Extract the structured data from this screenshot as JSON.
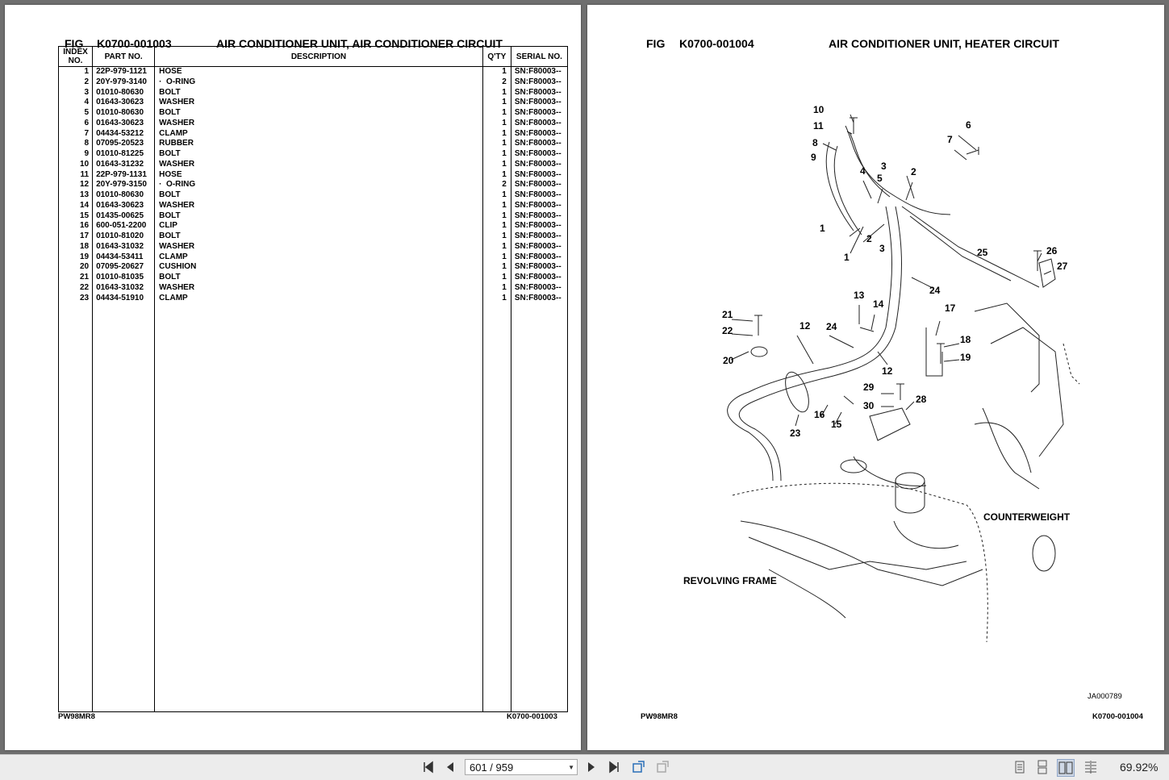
{
  "left_page": {
    "fig_label": "FIG",
    "fig_number": "K0700-001003",
    "title": "AIR CONDITIONER UNIT, AIR CONDITIONER CIRCUIT",
    "columns": [
      "INDEX NO.",
      "PART NO.",
      "DESCRIPTION",
      "Q'TY",
      "SERIAL NO."
    ],
    "rows": [
      {
        "index": "1",
        "part": "22P-979-1121",
        "desc": "HOSE",
        "qty": "1",
        "serial": "SN:F80003--"
      },
      {
        "index": "2",
        "part": "20Y-979-3140",
        "desc": "·  O-RING",
        "qty": "2",
        "serial": "SN:F80003--"
      },
      {
        "index": "3",
        "part": "01010-80630",
        "desc": "BOLT",
        "qty": "1",
        "serial": "SN:F80003--"
      },
      {
        "index": "4",
        "part": "01643-30623",
        "desc": "WASHER",
        "qty": "1",
        "serial": "SN:F80003--"
      },
      {
        "index": "5",
        "part": "01010-80630",
        "desc": "BOLT",
        "qty": "1",
        "serial": "SN:F80003--"
      },
      {
        "index": "6",
        "part": "01643-30623",
        "desc": "WASHER",
        "qty": "1",
        "serial": "SN:F80003--"
      },
      {
        "index": "7",
        "part": "04434-53212",
        "desc": "CLAMP",
        "qty": "1",
        "serial": "SN:F80003--"
      },
      {
        "index": "8",
        "part": "07095-20523",
        "desc": "RUBBER",
        "qty": "1",
        "serial": "SN:F80003--"
      },
      {
        "index": "9",
        "part": "01010-81225",
        "desc": "BOLT",
        "qty": "1",
        "serial": "SN:F80003--"
      },
      {
        "index": "10",
        "part": "01643-31232",
        "desc": "WASHER",
        "qty": "1",
        "serial": "SN:F80003--"
      },
      {
        "index": "11",
        "part": "22P-979-1131",
        "desc": "HOSE",
        "qty": "1",
        "serial": "SN:F80003--"
      },
      {
        "index": "12",
        "part": "20Y-979-3150",
        "desc": "·  O-RING",
        "qty": "2",
        "serial": "SN:F80003--"
      },
      {
        "index": "13",
        "part": "01010-80630",
        "desc": "BOLT",
        "qty": "1",
        "serial": "SN:F80003--"
      },
      {
        "index": "14",
        "part": "01643-30623",
        "desc": "WASHER",
        "qty": "1",
        "serial": "SN:F80003--"
      },
      {
        "index": "15",
        "part": "01435-00625",
        "desc": "BOLT",
        "qty": "1",
        "serial": "SN:F80003--"
      },
      {
        "index": "16",
        "part": "600-051-2200",
        "desc": "CLIP",
        "qty": "1",
        "serial": "SN:F80003--"
      },
      {
        "index": "17",
        "part": "01010-81020",
        "desc": "BOLT",
        "qty": "1",
        "serial": "SN:F80003--"
      },
      {
        "index": "18",
        "part": "01643-31032",
        "desc": "WASHER",
        "qty": "1",
        "serial": "SN:F80003--"
      },
      {
        "index": "19",
        "part": "04434-53411",
        "desc": "CLAMP",
        "qty": "1",
        "serial": "SN:F80003--"
      },
      {
        "index": "20",
        "part": "07095-20627",
        "desc": "CUSHION",
        "qty": "1",
        "serial": "SN:F80003--"
      },
      {
        "index": "21",
        "part": "01010-81035",
        "desc": "BOLT",
        "qty": "1",
        "serial": "SN:F80003--"
      },
      {
        "index": "22",
        "part": "01643-31032",
        "desc": "WASHER",
        "qty": "1",
        "serial": "SN:F80003--"
      },
      {
        "index": "23",
        "part": "04434-51910",
        "desc": "CLAMP",
        "qty": "1",
        "serial": "SN:F80003--"
      }
    ],
    "footer_model": "PW98MR8",
    "footer_code": "K0700-001003"
  },
  "right_page": {
    "fig_label": "FIG",
    "fig_number": "K0700-001004",
    "title": "AIR CONDITIONER UNIT, HEATER CIRCUIT",
    "diagram_labels": [
      "COUNTERWEIGHT",
      "REVOLVING FRAME"
    ],
    "callouts": [
      "10",
      "11",
      "8",
      "9",
      "6",
      "7",
      "3",
      "2",
      "4",
      "5",
      "1",
      "2",
      "3",
      "1",
      "25",
      "26",
      "27",
      "24",
      "13",
      "14",
      "17",
      "21",
      "22",
      "12",
      "24",
      "18",
      "19",
      "20",
      "12",
      "29",
      "30",
      "28",
      "16",
      "15",
      "23"
    ],
    "drawing_id": "JA000789",
    "footer_model": "PW98MR8",
    "footer_code": "K0700-001004"
  },
  "toolbar": {
    "first_page": "first-page",
    "prev_page": "previous-page",
    "page_indicator": "601 / 959",
    "next_page": "next-page",
    "last_page": "last-page",
    "zoom": "69.92%"
  }
}
